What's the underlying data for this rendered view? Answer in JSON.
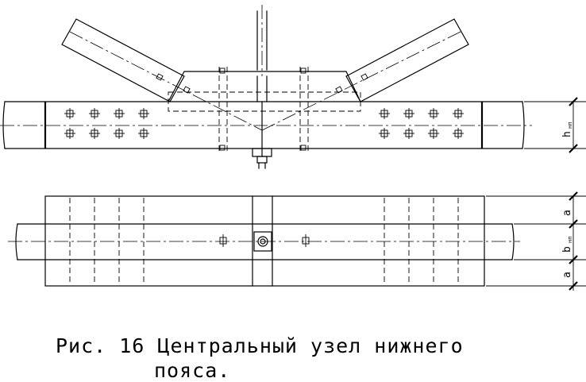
{
  "caption": {
    "line1": "Рис. 16 Центральный узел нижнего",
    "line2": "пояса."
  },
  "dimensions": {
    "height_label": "h",
    "height_sub": "нп",
    "width_label": "b",
    "width_sub": "нп",
    "offset_label_top": "a",
    "offset_label_bottom": "a"
  }
}
